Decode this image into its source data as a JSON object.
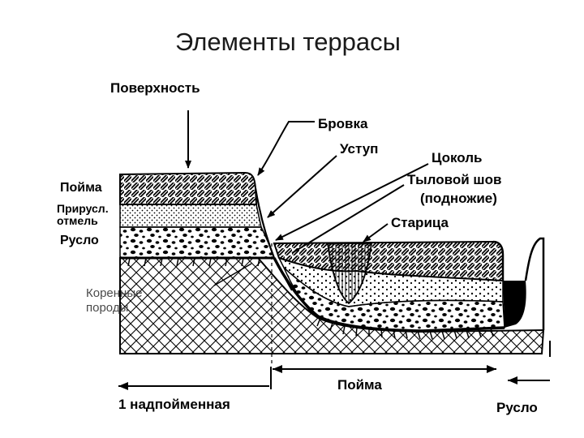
{
  "title": "Элементы террасы",
  "labels": {
    "surface": "Поверхность",
    "brow": "Бровка",
    "ledge": "Уступ",
    "plinth": "Цоколь",
    "rear_seam_1": "Тыловой шов",
    "rear_seam_2": "(подножие)",
    "oxbow": "Старица",
    "floodplain_left": "Пойма",
    "shoal_1": "Прирусл.",
    "shoal_2": "отмель",
    "channel_left": "Русло",
    "bedrock_1": "Коренные",
    "bedrock_2": "породы",
    "terrace_1": "1 надпойменная",
    "floodplain_bottom": "Пойма",
    "channel_bottom": "Русло"
  }
}
